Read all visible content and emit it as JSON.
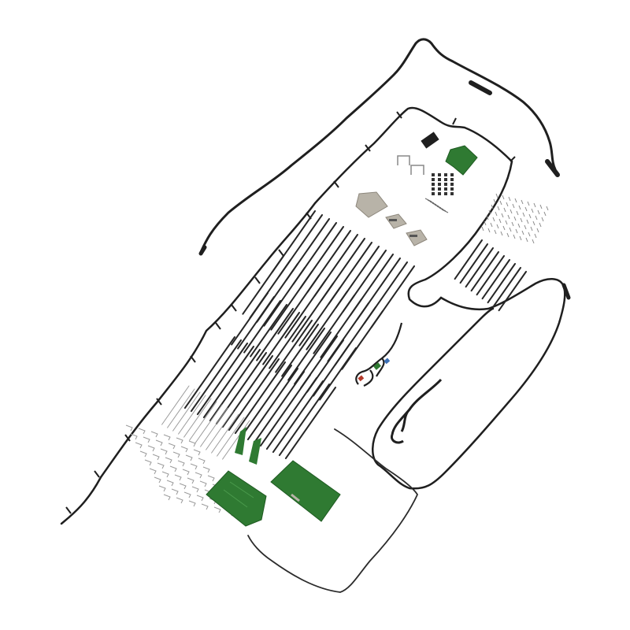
{
  "image": {
    "kind": "exploded-parts-kit-render",
    "background": "#ffffff",
    "colors": {
      "cable": "#1f1f1f",
      "thin_cable": "#2b2b2b",
      "board_green": "#2f7a32",
      "board_dark": "#1f5a22",
      "board_light": "#4a9a4c",
      "metal_gray": "#b8b3a8",
      "metal_dark": "#8d877c",
      "ties": "#262626",
      "light_ties": "#9a9a9a"
    },
    "components": [
      {
        "name": "long-wire-harness-top"
      },
      {
        "name": "main-loop-harness"
      },
      {
        "name": "right-loop-harness"
      },
      {
        "name": "bottom-lead-wire"
      },
      {
        "name": "cable-tie-rows"
      },
      {
        "name": "small-parts-grid"
      },
      {
        "name": "green-control-boards"
      },
      {
        "name": "metal-brackets"
      }
    ]
  }
}
